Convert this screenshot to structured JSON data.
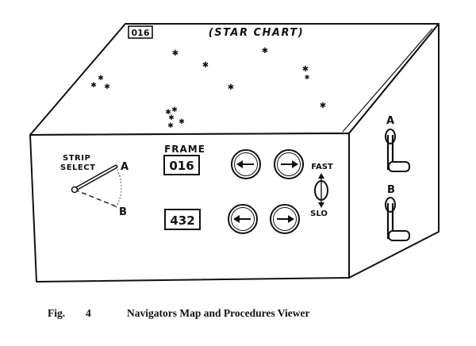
{
  "panel": {
    "chart_label": "(STAR CHART)",
    "chart_frame_number": "016",
    "strip_select_label_line1": "STRIP",
    "strip_select_label_line2": "SELECT",
    "strip_option_a": "A",
    "strip_option_b": "B",
    "frame_label": "FRAME",
    "frame_counter_top": "016",
    "frame_counter_bottom": "432",
    "speed_fast_label": "FAST",
    "speed_slow_label": "SLO",
    "crank_a_label": "A",
    "crank_b_label": "B"
  },
  "caption": {
    "fig_label": "Fig.",
    "fig_number": "4",
    "title": "Navigators Map and Procedures Viewer"
  },
  "icons": {
    "left_arrow": "arrow-left-icon",
    "right_arrow": "arrow-right-icon",
    "star": "star-icon",
    "crank": "crank-handle-icon"
  },
  "colors": {
    "ink": "#111111",
    "paper": "#ffffff"
  }
}
